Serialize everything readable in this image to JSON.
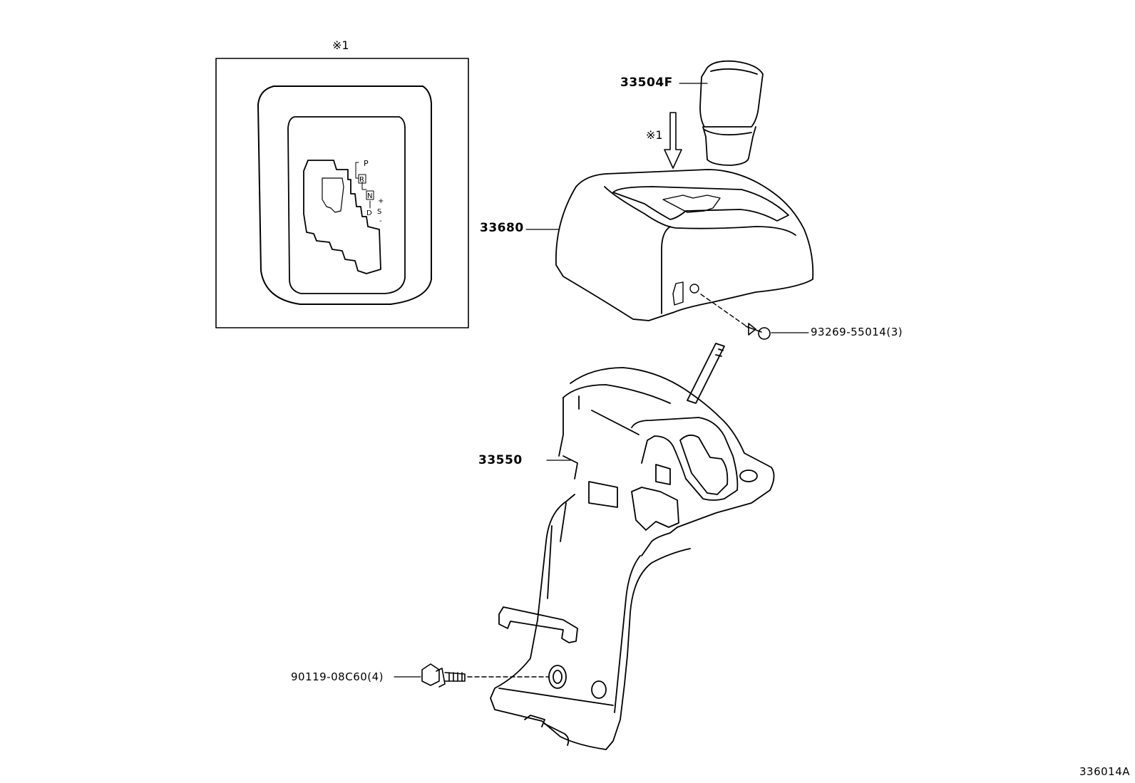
{
  "inset": {
    "reference": "※1",
    "gate_letters": [
      "P",
      "R",
      "N",
      "D",
      "S",
      "+",
      "-"
    ]
  },
  "arrow_reference": "※1",
  "parts": {
    "shift_knob": "33504F",
    "indicator_housing": "33680",
    "screw": "93269-55014(3)",
    "shift_lever_assembly": "33550",
    "bolt": "90119-08C60(4)"
  },
  "diagram_code": "336014A"
}
